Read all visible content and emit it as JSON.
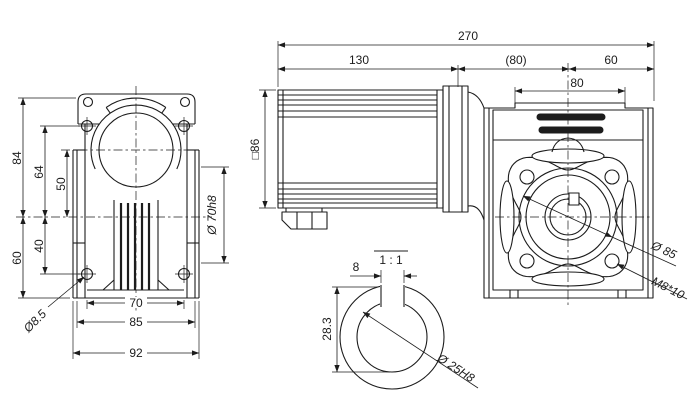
{
  "drawing": {
    "type": "mechanical-orthographic-drawing",
    "subject": "worm gearbox with motor",
    "background": "#ffffff",
    "line_color": "#1c1c1c",
    "dims": {
      "front": {
        "h84": "84",
        "h64": "64",
        "h50": "50",
        "h40": "40",
        "h60": "60",
        "w70": "70",
        "w85": "85",
        "w92": "92",
        "foot_hole": "Ø8.5",
        "boss": "Ø 70h8"
      },
      "side": {
        "total": "270",
        "motor": "130",
        "gearbox_ref": "(80)",
        "face": "60",
        "top_face": "80",
        "square": "□86"
      },
      "face": {
        "boss": "Ø 85",
        "tap": "M8*10"
      },
      "detail": {
        "scale": "1 : 1",
        "key_w": "8",
        "key_d": "28.3",
        "bore": "Ø 25H8"
      }
    }
  }
}
